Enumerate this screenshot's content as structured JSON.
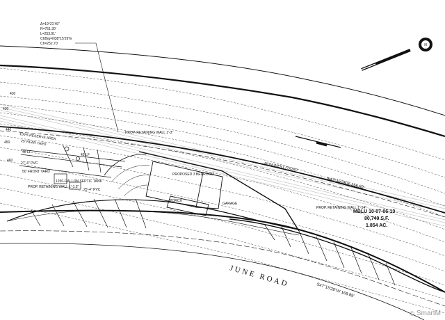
{
  "curve_data": {
    "delta": "Δ=19°21'49\"",
    "radius": "R=751.30'",
    "length": "L=253.91'",
    "chord_bearing": "ChBrg=N38°15'29\"E",
    "chord": "Ch=252.70'"
  },
  "labels": {
    "reserve_area": "100% RESERVE AREA",
    "rear_yard": "25' REAR YARD",
    "prop_retaining_wall_top": "PROP. RETAINING WALL 1'-3\"",
    "prop_retaining_wall_left": "PROP. RETAINING WALL 1'-1.5\"",
    "prop_retaining_wall_right": "PROP. RETAINING WALL 1'-14\"",
    "lf_40": "40 LF",
    "lf_43": "43 LF",
    "pvc_27": "27'-4\" PVC",
    "pvc_25": "25'-4\" PVC",
    "front_yard": "50' FRONT YARD",
    "septic_tank": "1250-GALLON SEPTIC TANK",
    "monument_found": "MONUMENT FOUND",
    "proposed_bedroom": "PROPOSED 3 BEDROOM",
    "garage": "GARAGE",
    "porch": "PORCH",
    "mblu": "MBLU 10-07-06-13",
    "area_sf": "80,749 S.F.",
    "area_ac": "1.854 AC.",
    "bearing_top": "N47°15'28\"E 156.82'",
    "bearing_bottom": "S47°15'28\"W 168.89'",
    "road_name": "JUNE ROAD"
  },
  "elevations": [
    "430",
    "430",
    "440",
    "450",
    "460"
  ],
  "watermark": "SmartM"
}
